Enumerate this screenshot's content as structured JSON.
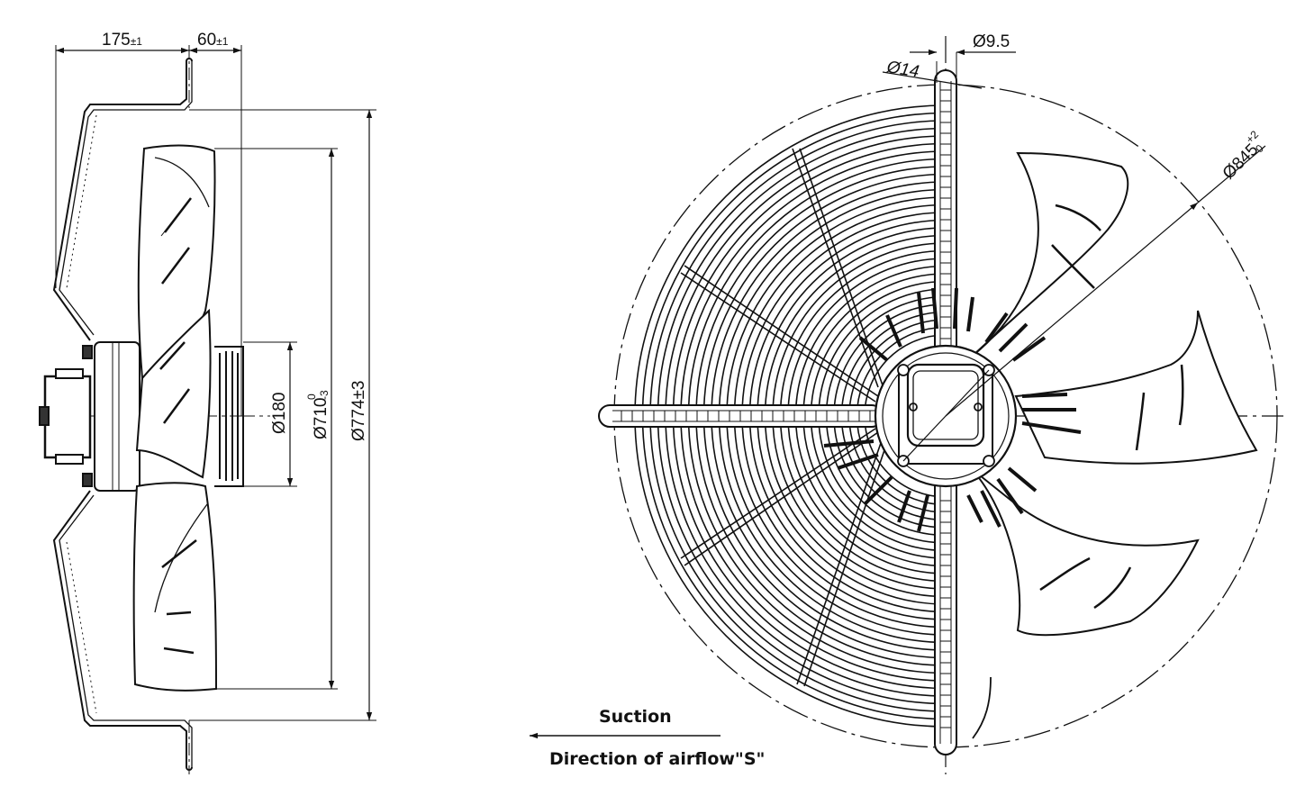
{
  "colors": {
    "ink": "#111111",
    "paper": "#ffffff"
  },
  "side_view": {
    "dim_depth_base": "175",
    "dim_depth_tol": "±1",
    "dim_offset_base": "60",
    "dim_offset_tol": "±1",
    "dim_hub_dia": "Ø180",
    "dim_blade_dia_base": "Ø710",
    "dim_blade_dia_upper": "0",
    "dim_blade_dia_lower": "-3",
    "dim_mount_dia": "Ø774±3"
  },
  "front_view": {
    "dim_hole_dia": "Ø14",
    "dim_wire_dia": "Ø9.5",
    "dim_outer_base": "Ø845",
    "dim_outer_upper": "+2",
    "dim_outer_lower": "0"
  },
  "airflow": {
    "suction_label": "Suction",
    "direction_label": "Direction of airflow\"S\""
  }
}
